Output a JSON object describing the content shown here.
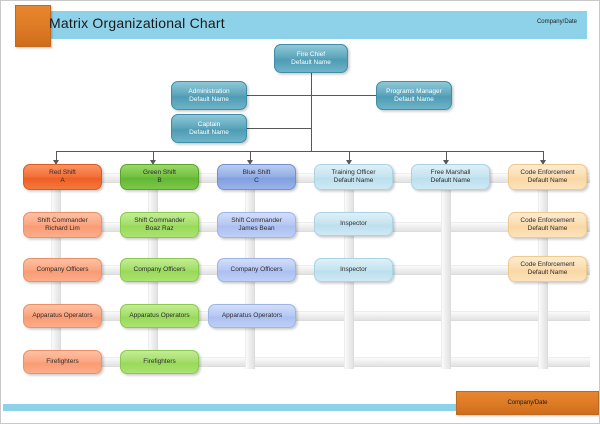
{
  "header": {
    "title": "Matrix Organizational Chart",
    "right_label": "Company/Date",
    "bar_color": "#8ed2ea",
    "tab_color": "#dd7a25"
  },
  "footer": {
    "label": "Company/Date",
    "bar_color": "#8ed2ea",
    "tab_color": "#dd7a25"
  },
  "top": {
    "chief": {
      "line1": "Fire Chief",
      "line2": "Default Name"
    },
    "administration": {
      "line1": "Administration",
      "line2": "Default Name"
    },
    "captain": {
      "line1": "Captain",
      "line2": "Default Name"
    },
    "programs_manager": {
      "line1": "Programs Manager",
      "line2": "Default Name"
    }
  },
  "columns": [
    {
      "key": "red-shift",
      "color": "#ef5f25",
      "head": {
        "line1": "Red Shift",
        "line2": "A"
      },
      "cells": [
        {
          "line1": "Shift Commander",
          "line2": "Richard Lim"
        },
        {
          "line1": "Company Officers",
          "line2": ""
        },
        {
          "line1": "Apparatus Operators",
          "line2": ""
        },
        {
          "line1": "Firefighters",
          "line2": ""
        }
      ]
    },
    {
      "key": "green-shift",
      "color": "#63b733",
      "head": {
        "line1": "Green Shift",
        "line2": "B"
      },
      "cells": [
        {
          "line1": "Shift Commander",
          "line2": "Boaz Raz"
        },
        {
          "line1": "Company Officers",
          "line2": ""
        },
        {
          "line1": "Apparatus Operators",
          "line2": ""
        },
        {
          "line1": "Firefighters",
          "line2": ""
        }
      ]
    },
    {
      "key": "blue-shift",
      "color": "#819fe0",
      "head": {
        "line1": "Blue Shift",
        "line2": "C"
      },
      "cells": [
        {
          "line1": "Shift Commander",
          "line2": "James Bean"
        },
        {
          "line1": "Company Officers",
          "line2": ""
        },
        {
          "line1": "Apparatus Operators",
          "line2": ""
        },
        {
          "line1": "",
          "line2": ""
        }
      ]
    },
    {
      "key": "training-officer",
      "color": "#bbdfee",
      "head": {
        "line1": "Training Officer",
        "line2": "Default Name"
      },
      "cells": [
        {
          "line1": "Inspector",
          "line2": ""
        },
        {
          "line1": "Inspector",
          "line2": ""
        },
        {
          "line1": "",
          "line2": ""
        },
        {
          "line1": "",
          "line2": ""
        }
      ]
    },
    {
      "key": "free-marshall",
      "color": "#bbdfee",
      "head": {
        "line1": "Free Marshall",
        "line2": "Default Name"
      },
      "cells": [
        {
          "line1": "",
          "line2": ""
        },
        {
          "line1": "",
          "line2": ""
        },
        {
          "line1": "",
          "line2": ""
        },
        {
          "line1": "",
          "line2": ""
        }
      ]
    },
    {
      "key": "code-enforcement",
      "color": "#fad7a4",
      "head": {
        "line1": "Code Enforcement",
        "line2": "Default Name"
      },
      "cells": [
        {
          "line1": "Code Enforcement",
          "line2": "Default Name"
        },
        {
          "line1": "Code Enforcement",
          "line2": "Default Name"
        },
        {
          "line1": "",
          "line2": ""
        },
        {
          "line1": "",
          "line2": ""
        }
      ]
    }
  ]
}
